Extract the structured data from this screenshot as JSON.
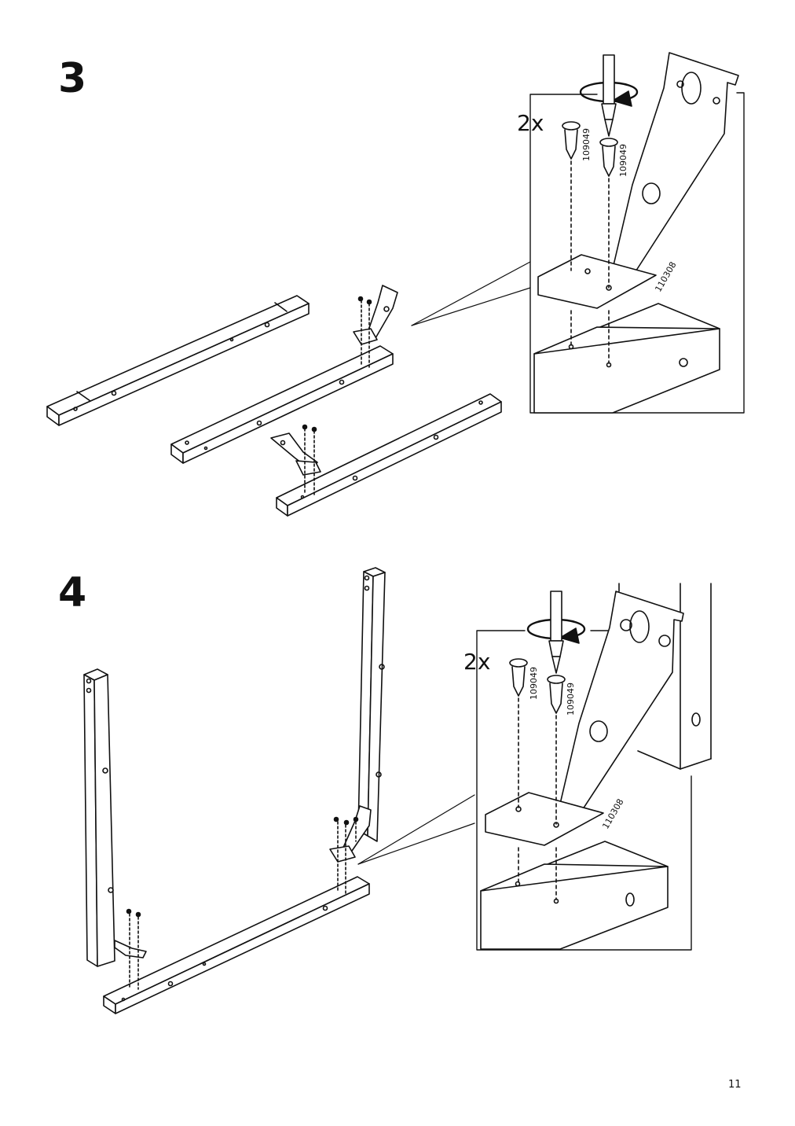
{
  "page_number": "11",
  "steps": [
    {
      "number": "3",
      "quantity": "2x",
      "screw_part": "109049",
      "bracket_part": "110308"
    },
    {
      "number": "4",
      "quantity": "2x",
      "screw_part": "109049",
      "bracket_part": "110308"
    }
  ]
}
